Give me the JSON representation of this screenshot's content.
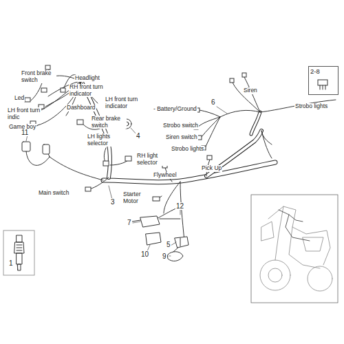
{
  "diagram": {
    "nodes": [
      {
        "text": [
          "2-8"
        ]
      }
    ],
    "labels": [
      "Front brake switch",
      "Headlight",
      "Led",
      "RH front turn indicator",
      "Dashboard",
      "LH front turn indicator",
      "LH front turn indic",
      "Game boy",
      "Rear brake switch",
      "11",
      "4",
      "LH lights selector",
      "RH light selector",
      "Main switch",
      "3",
      "Starter Motor",
      "Flywheel",
      "Pick Up",
      "12",
      "7",
      "5",
      "10",
      "9",
      "1",
      "6",
      "Siren",
      "- Battery/Ground",
      "Strobo switch",
      "Siren switch",
      "Strobo lights",
      "Strobo lights"
    ]
  }
}
